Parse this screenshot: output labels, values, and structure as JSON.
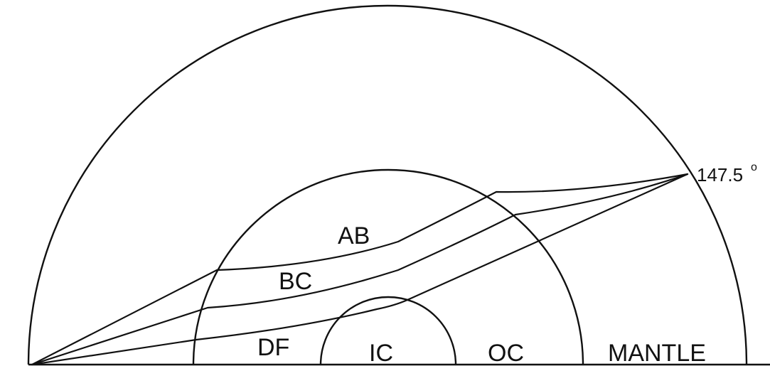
{
  "labels": {
    "angle": "147.5",
    "degree_symbol": "o",
    "ab": "AB",
    "bc": "BC",
    "df": "DF",
    "ic": "IC",
    "oc": "OC",
    "mantle": "MANTLE"
  }
}
